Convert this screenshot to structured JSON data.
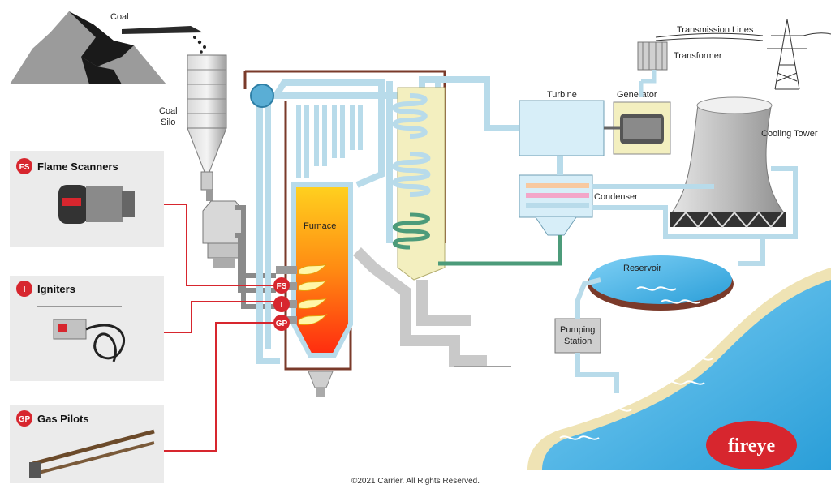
{
  "labels": {
    "coal": "Coal",
    "coal_silo_1": "Coal",
    "coal_silo_2": "Silo",
    "furnace": "Furnace",
    "turbine": "Turbine",
    "generator": "Generator",
    "transformer": "Transformer",
    "transmission_lines": "Transmission Lines",
    "cooling_tower": "Cooling Tower",
    "condenser": "Condenser",
    "reservoir": "Reservoir",
    "pumping_1": "Pumping",
    "pumping_2": "Station"
  },
  "panels": [
    {
      "badge": "FS",
      "title": "Flame Scanners"
    },
    {
      "badge": "I",
      "title": "Igniters"
    },
    {
      "badge": "GP",
      "title": "Gas Pilots"
    }
  ],
  "burner_badges": [
    "FS",
    "I",
    "GP"
  ],
  "logo_text": "fireye",
  "copyright": "©2021 Carrier. All Rights Reserved.",
  "colors": {
    "accent_red": "#d7262e",
    "pipe_blue": "#b8dbea",
    "pipe_yellow": "#f3efbf",
    "pipe_grey": "#c9c9c9",
    "pipe_green": "#4c9b7a",
    "river": "#5bb7e6",
    "panel_bg": "#ebebeb"
  }
}
